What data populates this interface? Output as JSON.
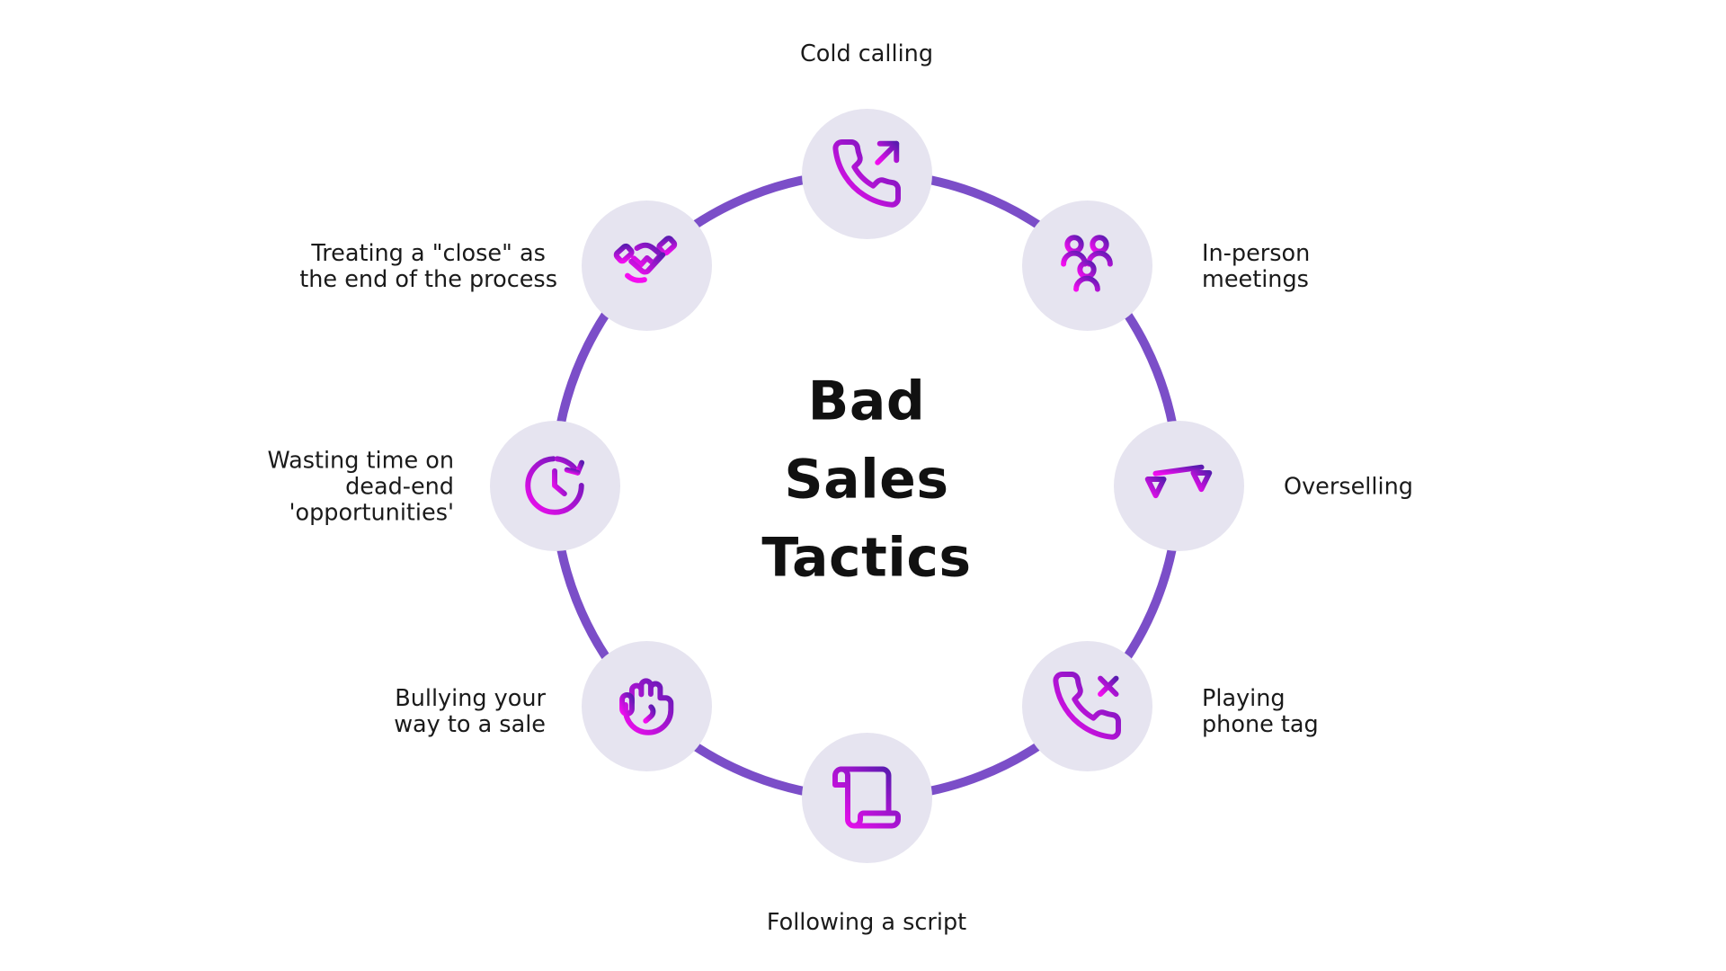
{
  "title": "Bad\nSales\nTactics",
  "nodes": [
    {
      "id": "cold-calling",
      "label": "Cold calling",
      "icon": "phone-outgoing-icon",
      "position": "top"
    },
    {
      "id": "in-person-meetings",
      "label": "In-person\nmeetings",
      "icon": "users-icon",
      "position": "top-right"
    },
    {
      "id": "overselling",
      "label": "Overselling",
      "icon": "scales-icon",
      "position": "right"
    },
    {
      "id": "playing-phone-tag",
      "label": "Playing\nphone tag",
      "icon": "phone-missed-icon",
      "position": "bottom-right"
    },
    {
      "id": "following-a-script",
      "label": "Following a script",
      "icon": "scroll-icon",
      "position": "bottom"
    },
    {
      "id": "bullying-your-way-to-a-sale",
      "label": "Bullying your\nway to a sale",
      "icon": "fist-icon",
      "position": "bottom-left"
    },
    {
      "id": "wasting-time-on-dead-end-opportunities",
      "label": "Wasting time on\ndead-end\n'opportunities'",
      "icon": "clock-rotate-icon",
      "position": "left"
    },
    {
      "id": "treating-a-close-as-the-end",
      "label": "Treating a \"close\" as\nthe end of the process",
      "icon": "handshake-icon",
      "position": "top-left"
    }
  ],
  "colors": {
    "background": "#FFFFFF",
    "ring": "#7B4EC8",
    "node_fill": "#E6E4F0",
    "icon_gradient_start": "#F40DF0",
    "icon_gradient_end": "#5A1BB0",
    "title_text": "#111111",
    "label_text": "#1A1A1A"
  }
}
